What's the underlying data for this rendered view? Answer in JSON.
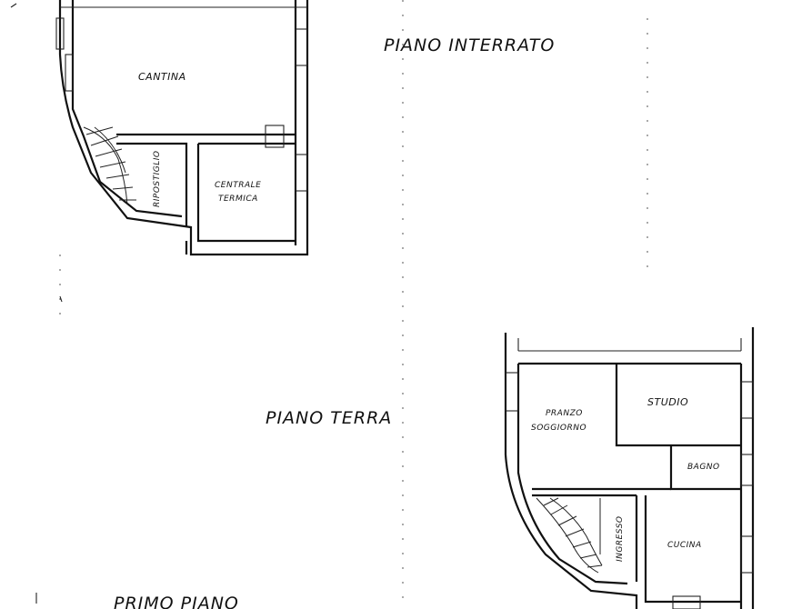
{
  "titles": {
    "basement": "PIANO INTERRATO",
    "ground": "PIANO TERRA",
    "first": "PRIMO PIANO"
  },
  "basement_rooms": {
    "cellar": "CANTINA",
    "boiler_line1": "CENTRALE",
    "boiler_line2": "TERMICA",
    "side_room": "RIPOSTIGLIO"
  },
  "ground_rooms": {
    "living_line1": "PRANZO",
    "living_line2": "SOGGIORNO",
    "study": "STUDIO",
    "bath": "BAGNO",
    "kitchen": "CUCINA",
    "entrance": "INGRESSO"
  }
}
